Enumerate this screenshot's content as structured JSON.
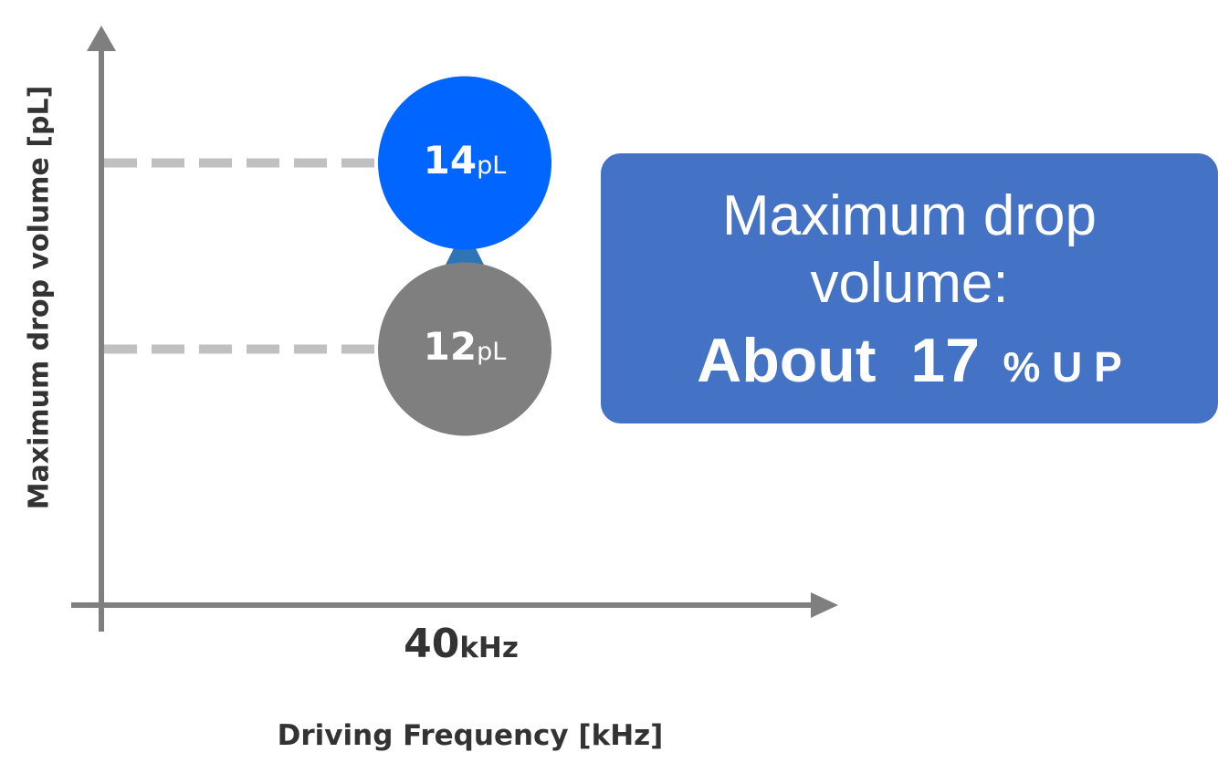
{
  "chart_data": {
    "type": "scatter",
    "title": "",
    "xlabel": "Driving Frequency [kHz]",
    "ylabel": "Maximum drop volume [pL]",
    "x_tick": {
      "value": "40",
      "unit": "kHz"
    },
    "unit": "pL",
    "points": [
      {
        "x": 40,
        "y": 12,
        "label": "12",
        "color": "#7f7f7f"
      },
      {
        "x": 40,
        "y": 14,
        "label": "14",
        "color": "#0066ff"
      }
    ],
    "ylim": [
      9.25,
      15.75
    ],
    "arrow_color": "#2e75b6",
    "gridline_color": "#c0c0c0",
    "axis_color": "#7f7f7f",
    "grid": false
  },
  "callout": {
    "line1": "Maximum drop",
    "line2": "volume:",
    "about": "About",
    "number": "17",
    "suffix": "% U P",
    "color": "#4472c4"
  }
}
